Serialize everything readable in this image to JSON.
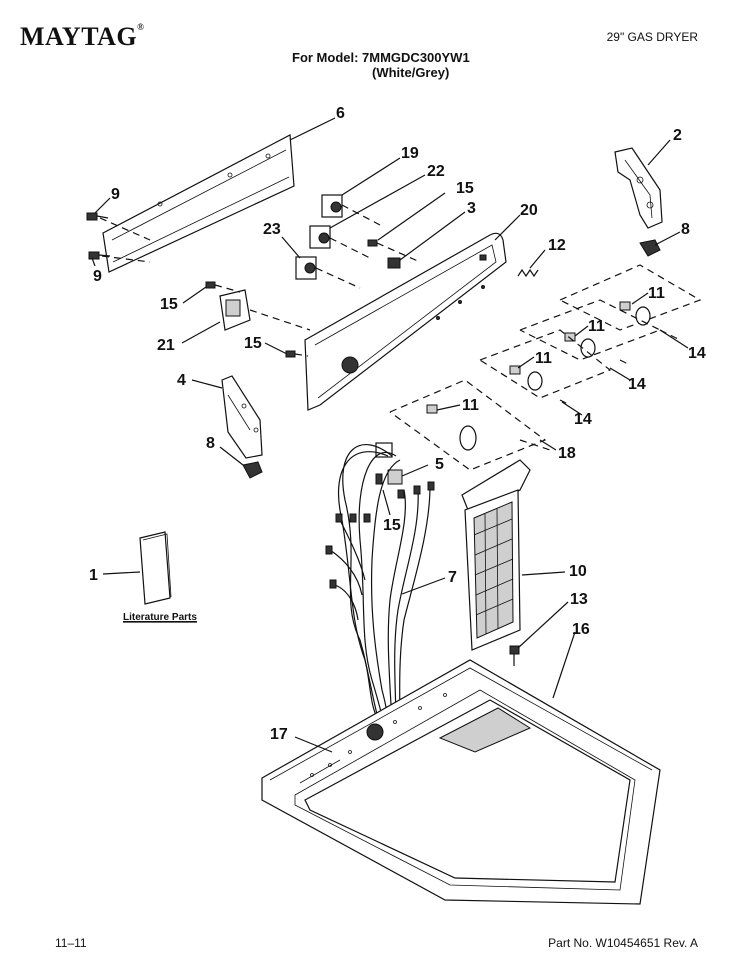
{
  "header": {
    "brand": "MAYTAG",
    "brand_mark": "®",
    "product_type": "29\" GAS DRYER",
    "model_line": "For Model: 7MMGDC300YW1",
    "color_line": "(White/Grey)"
  },
  "diagram": {
    "literature_label": "Literature Parts",
    "callouts": [
      "6",
      "2",
      "19",
      "22",
      "15",
      "3",
      "20",
      "9",
      "9",
      "23",
      "12",
      "8",
      "15",
      "11",
      "21",
      "15",
      "11",
      "14",
      "11",
      "4",
      "14",
      "11",
      "14",
      "8",
      "18",
      "5",
      "15",
      "1",
      "7",
      "10",
      "13",
      "16",
      "17"
    ]
  },
  "footer": {
    "date": "11–11",
    "part_no": "Part No. W10454651 Rev. A"
  }
}
